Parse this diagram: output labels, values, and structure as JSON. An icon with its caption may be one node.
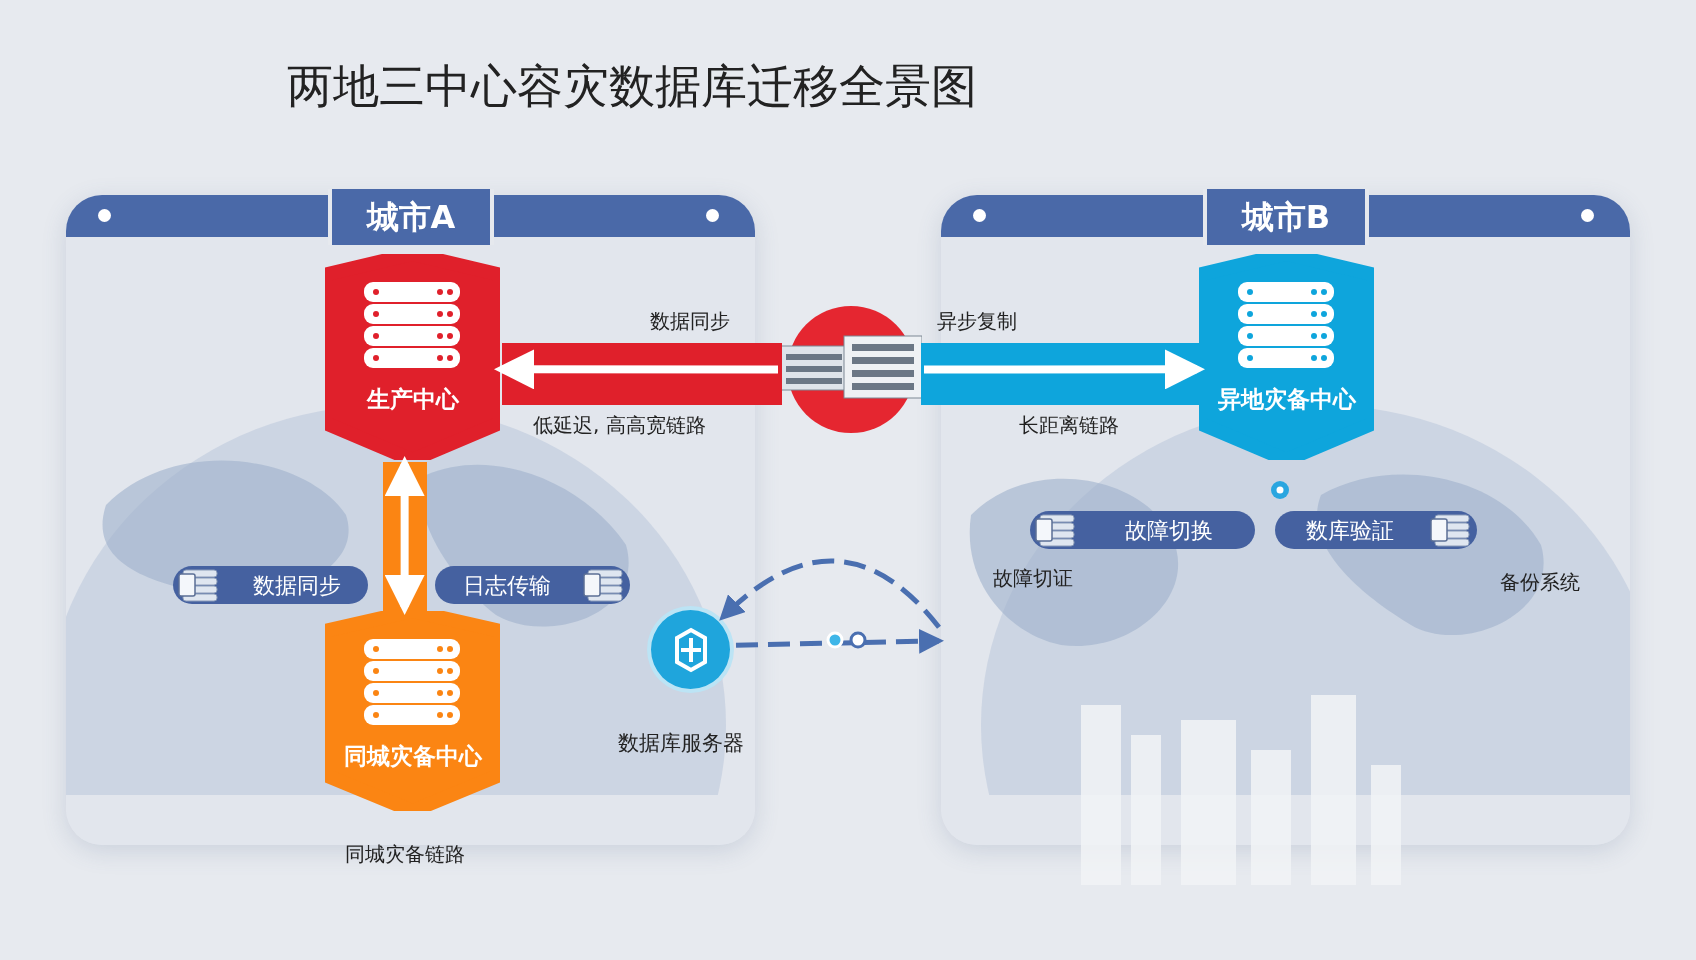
{
  "diagram": {
    "title": "两地三中心容灾数据库迁移全景图",
    "nodes": [
      {
        "text": [
          "城市A"
        ]
      },
      {
        "text": [
          "生产中心"
        ],
        "in": 0
      },
      {
        "text": [
          "同城灾备中心"
        ],
        "in": 0,
        "beside": [
          "同城灾备链路"
        ]
      },
      {
        "text": [
          "数据同步"
        ],
        "in": 0
      },
      {
        "text": [
          "日志传输"
        ],
        "in": 0
      },
      {
        "text": [
          "城市B"
        ]
      },
      {
        "text": [
          "异地灾备中心"
        ],
        "in": 5
      },
      {
        "text": [
          "故障切换"
        ],
        "in": 5,
        "beside": [
          "故障切证"
        ]
      },
      {
        "text": [
          "数库验証"
        ],
        "in": 5,
        "beside": [
          "备份系统"
        ]
      },
      {
        "text": [],
        "shape": "circle"
      },
      {
        "text": [
          "数据库服务器"
        ],
        "in": 0
      }
    ],
    "edges": [
      {
        "from": 9,
        "to": 1,
        "arrow": "to"
      },
      {
        "from": 9,
        "to": 6,
        "arrow": "to"
      },
      {
        "from": 1,
        "to": 2,
        "arrow": "both"
      },
      {
        "from": 10,
        "to": 5,
        "arrow": "to",
        "style": "dashed",
        "color": "#4a6fb0"
      },
      {
        "from": 5,
        "to": 10,
        "arrow": "to",
        "style": "dashed",
        "color": "#4a6fb0"
      }
    ],
    "labels": [
      "数据同步",
      "低延迟, 高高宽链路",
      "异步复制",
      "长距离链路"
    ]
  }
}
